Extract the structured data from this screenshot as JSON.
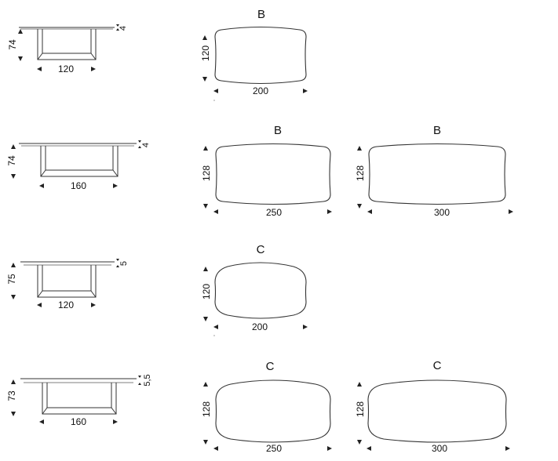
{
  "rows": [
    {
      "side_view": {
        "height": "74",
        "top_thickness": "4",
        "width": "120"
      },
      "tops": [
        {
          "letter": "B",
          "depth": "120",
          "length": "200"
        }
      ]
    },
    {
      "side_view": {
        "height": "74",
        "top_thickness": "4",
        "width": "160"
      },
      "tops": [
        {
          "letter": "B",
          "depth": "128",
          "length": "250"
        },
        {
          "letter": "B",
          "depth": "128",
          "length": "300"
        }
      ]
    },
    {
      "side_view": {
        "height": "75",
        "top_thickness": "5",
        "width": "120"
      },
      "tops": [
        {
          "letter": "C",
          "depth": "120",
          "length": "200"
        }
      ]
    },
    {
      "side_view": {
        "height": "73",
        "top_thickness": "5,5",
        "width": "160"
      },
      "tops": [
        {
          "letter": "C",
          "depth": "128",
          "length": "250"
        },
        {
          "letter": "C",
          "depth": "128",
          "length": "300"
        }
      ]
    }
  ]
}
